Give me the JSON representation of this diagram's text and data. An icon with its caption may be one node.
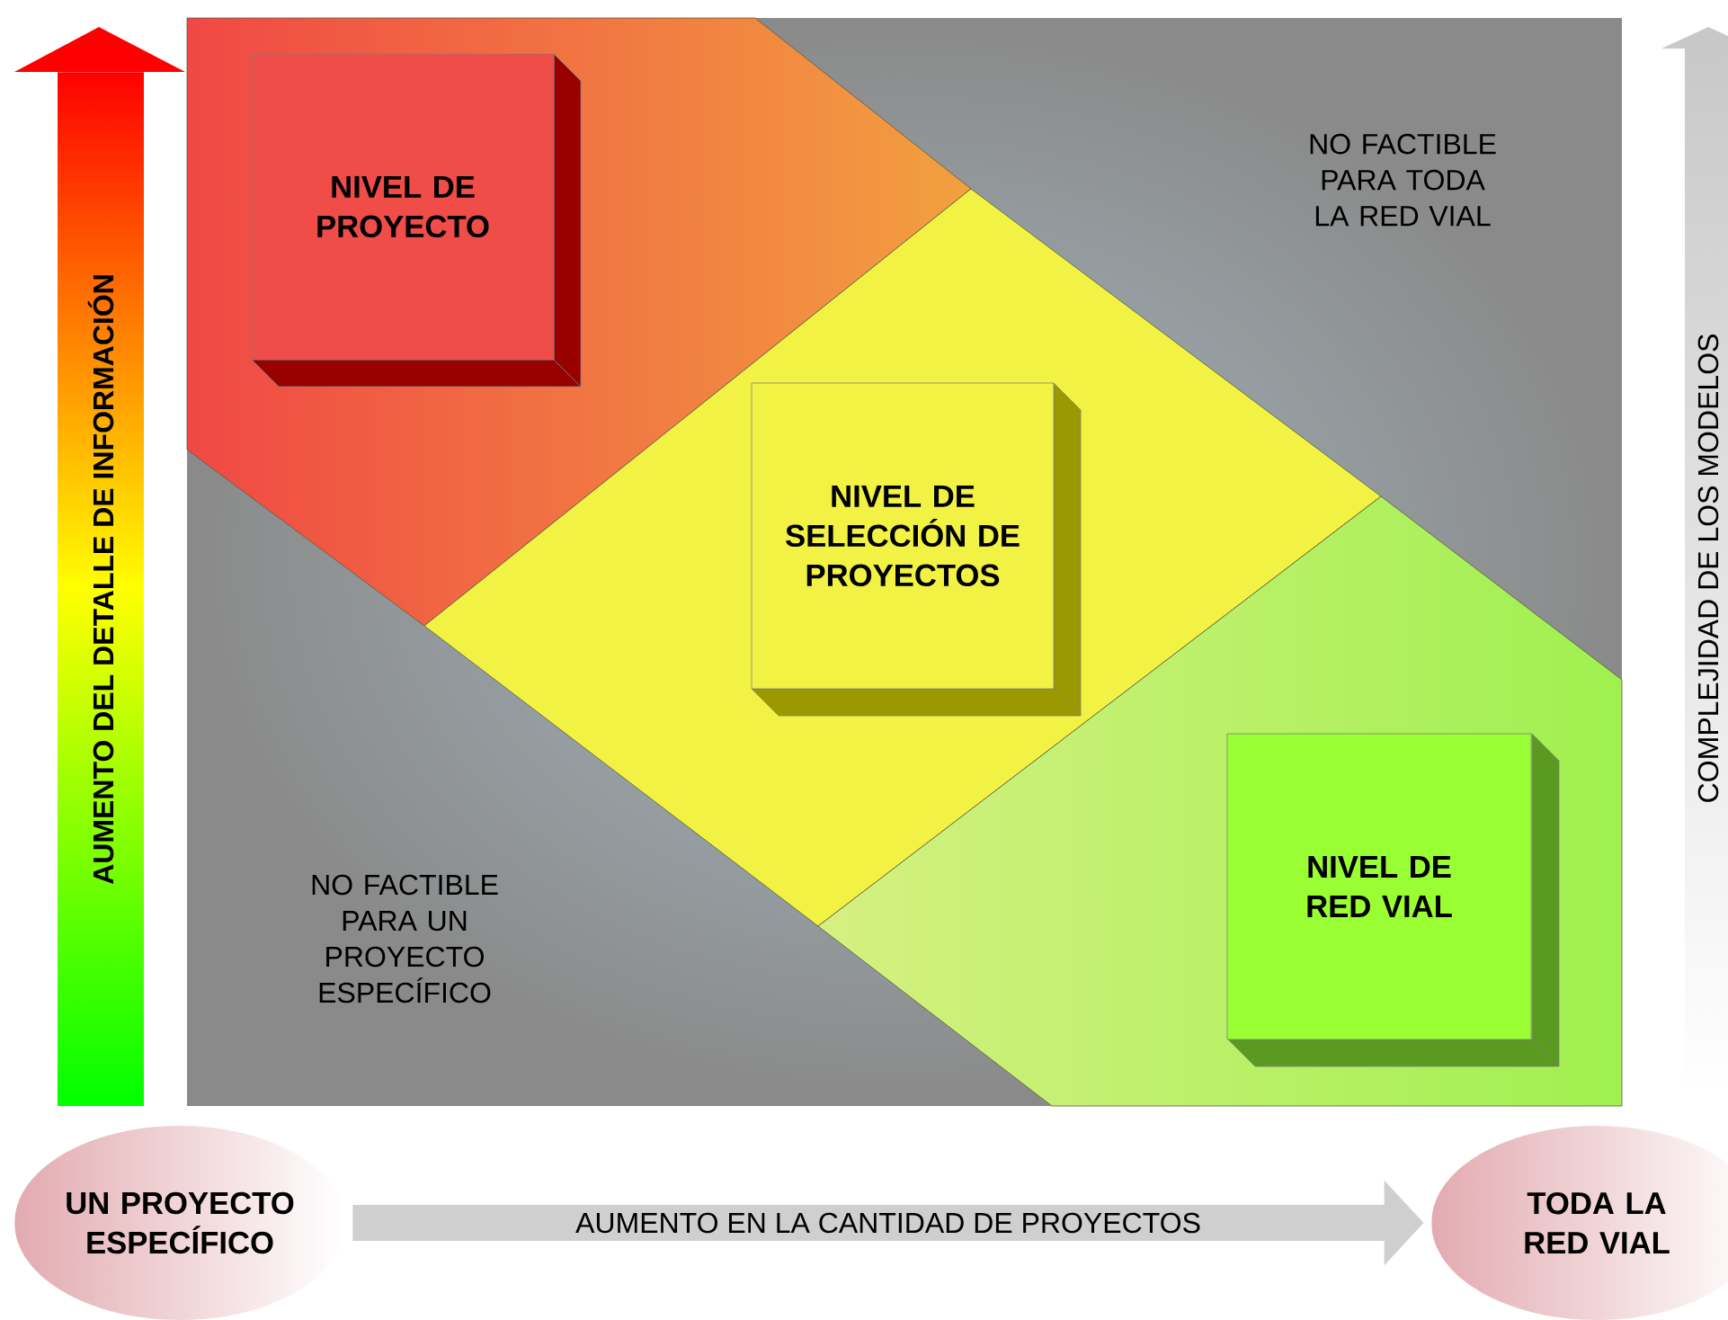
{
  "diagram": {
    "nodes": [
      {
        "text": [
          "NIVEL DE PROYECTO"
        ]
      },
      {
        "text": [
          "NIVEL DE SELECCIÓN DE PROYECTOS"
        ]
      },
      {
        "text": [
          "NIVEL DE RED VIAL"
        ]
      },
      {
        "text": [
          "UN PROYECTO ESPECÍFICO"
        ]
      },
      {
        "text": [
          "TODA LA RED VIAL"
        ]
      }
    ],
    "edges": [
      {
        "from": 3,
        "to": 4,
        "arrow": "to",
        "label": "AUMENTO EN LA CANTIDAD DE PROYECTOS"
      }
    ],
    "labels": [
      "AUMENTO DEL DETALLE DE INFORMACIÓN",
      "NO FACTIBLE PARA TODA LA RED VIAL",
      "NO FACTIBLE PARA UN PROYECTO ESPECÍFICO",
      "COMPLEJIDAD DE LOS MODELOS"
    ]
  }
}
